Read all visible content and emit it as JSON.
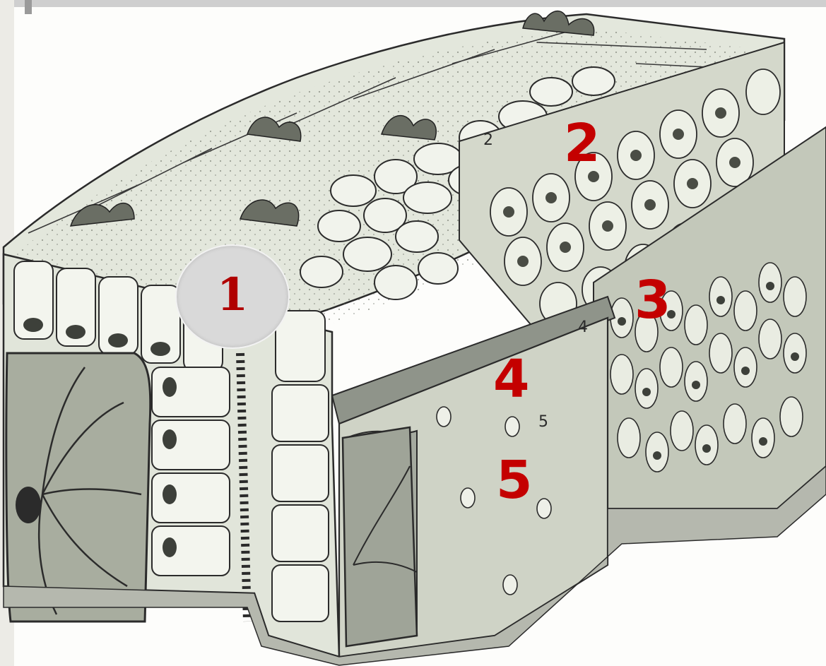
{
  "figure": {
    "callouts": [
      {
        "id": "1",
        "text": "1"
      },
      {
        "id": "2",
        "text": "2"
      },
      {
        "id": "3",
        "text": "3"
      },
      {
        "id": "4",
        "text": "4"
      },
      {
        "id": "5",
        "text": "5"
      }
    ],
    "inline_numbers": [
      "2",
      "4",
      "5"
    ],
    "colors": {
      "label_red": "#c40000",
      "badge_fill": "#d9d9d9",
      "badge_text": "#b00000",
      "ink": "#2b2b2b",
      "paper": "#fdfdfb",
      "tissue_light": "#e8ebe1",
      "tissue_mid": "#c9cdc0",
      "tissue_dark": "#9ea39a"
    }
  }
}
